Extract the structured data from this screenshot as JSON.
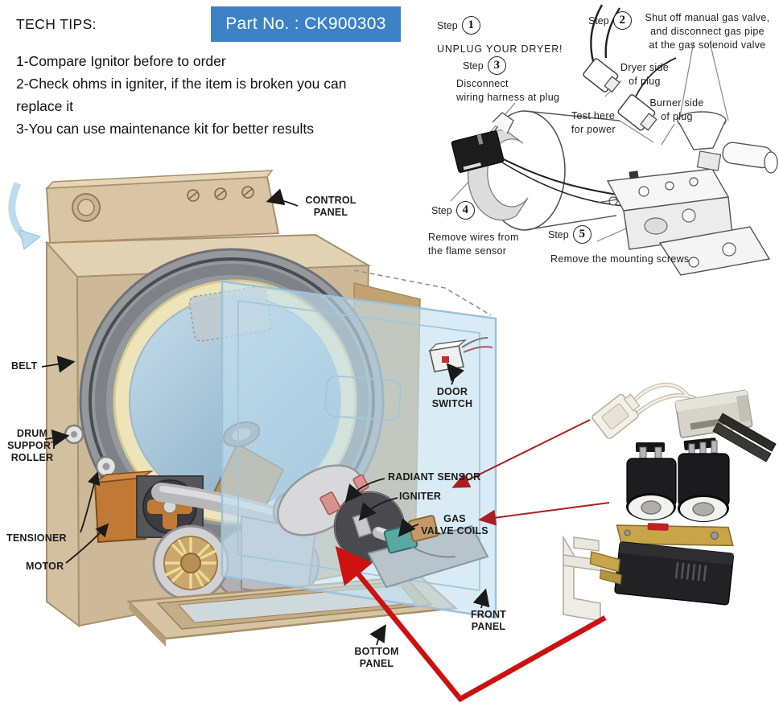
{
  "header": {
    "tips_title": "TECH TIPS:",
    "part_no": "Part No. : CK900303",
    "tips": [
      "1-Compare Ignitor before to order",
      "2-Check ohms in igniter, if the item is broken you can replace it",
      "3-You can use maintenance kit for better results"
    ]
  },
  "steps": {
    "step_word": "Step",
    "items": [
      {
        "num": "1",
        "text": "UNPLUG  YOUR  DRYER!"
      },
      {
        "num": "2",
        "text": "Shut off manual gas valve,\nand disconnect gas pipe\nat the gas solenoid valve"
      },
      {
        "num": "3",
        "text": "Disconnect\nwiring harness at plug"
      },
      {
        "num": "4",
        "text": "Remove wires from\nthe flame sensor"
      },
      {
        "num": "5",
        "text": "Remove the mounting screws"
      }
    ],
    "annotations": {
      "dryer_side": "Dryer side\nof plug",
      "burner_side": "Burner side\nof plug",
      "test_power": "Test here\nfor power"
    }
  },
  "diagram": {
    "labels": {
      "control_panel": "CONTROL\nPANEL",
      "belt": "BELT",
      "drum_support_roller": "DRUM\nSUPPORT\nROLLER",
      "tensioner": "TENSIONER",
      "motor": "MOTOR",
      "door_switch": "DOOR\nSWITCH",
      "radiant_sensor": "RADIANT SENSOR",
      "igniter": "IGNITER",
      "gas_valve_coils": "GAS\nVALVE COILS",
      "front_panel": "FRONT\nPANEL",
      "bottom_panel": "BOTTOM\nPANEL"
    }
  },
  "colors": {
    "badge_bg": "#3d82c4",
    "badge_text": "#ffffff",
    "thick_red_arrow": "#cc1111",
    "thin_red_arrow": "#aa2020",
    "label_text": "#1c1c1c",
    "cabinet_tan": "#cdb897",
    "front_panel_blue": "#c1e0f0",
    "drum_ring_cream": "#eee4ba",
    "drum_interior_blue": "#8fb4cc"
  }
}
